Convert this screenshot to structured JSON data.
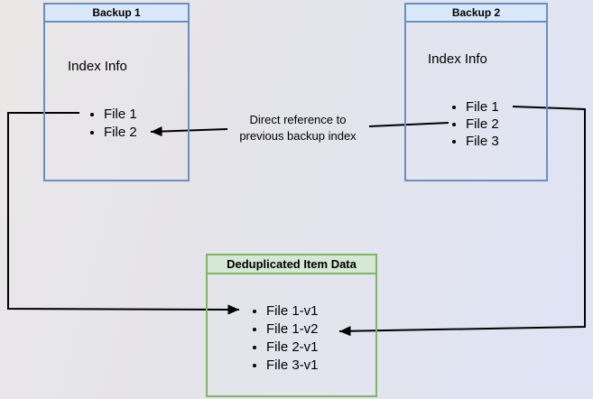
{
  "diagram": {
    "backup1": {
      "title": "Backup 1",
      "subtitle": "Index Info",
      "files": [
        "File 1",
        "File 2"
      ]
    },
    "backup2": {
      "title": "Backup 2",
      "subtitle": "Index Info",
      "files": [
        "File 1",
        "File 2",
        "File 3"
      ]
    },
    "dedup": {
      "title": "Deduplicated Item Data",
      "files": [
        "File 1-v1",
        "File 1-v2",
        "File 2-v1",
        "File 3-v1"
      ]
    },
    "edge_label": {
      "line1": "Direct reference to",
      "line2": "previous backup index"
    }
  },
  "colors": {
    "blue_fill": "#dae8fc",
    "blue_border": "#6c8ebf",
    "green_fill": "#d5e8d4",
    "green_border": "#82b366",
    "line": "#000000"
  }
}
